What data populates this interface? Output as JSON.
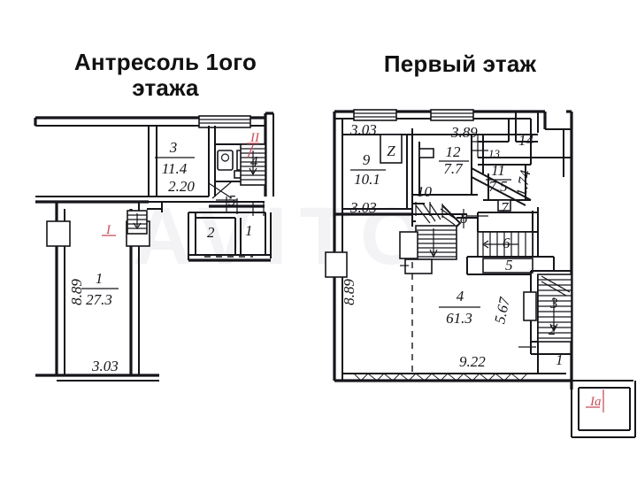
{
  "document": {
    "kind": "floor-plan-drawing",
    "watermark": "AVITO"
  },
  "left_plan": {
    "title_line1": "Антресоль 1ого",
    "title_line2": "этажа",
    "rooms": [
      {
        "number": "3",
        "area": "11.4"
      },
      {
        "number": "1",
        "area": "27.3"
      },
      {
        "number": "4",
        "area": ""
      },
      {
        "number": "5",
        "area": ""
      },
      {
        "number": "2",
        "area": ""
      },
      {
        "number": "1b",
        "area": ""
      }
    ],
    "room_labels": {
      "r3_num": "3",
      "r3_area": "11.4",
      "r1_num": "1",
      "r1_area": "27.3",
      "r4": "4",
      "r5": "5",
      "r2": "2",
      "r1small": "1"
    },
    "dimensions": {
      "d_320": "2.20",
      "d_303": "3.03",
      "d_889": "8.89"
    },
    "annotations": {
      "mark_I": "I",
      "mark_II": "II"
    }
  },
  "right_plan": {
    "title": "Первый этаж",
    "room_labels": {
      "r9_num": "9",
      "r9_area": "10.1",
      "r12_num": "12",
      "r12_area": "7.7",
      "r11_num": "11",
      "r11_area": "7.5",
      "r4_num": "4",
      "r4_area": "61.3",
      "r14": "14",
      "r13": "13",
      "r10": "10",
      "r8": "8",
      "r7": "7",
      "r6": "6",
      "r5": "5",
      "r3": "3",
      "r2": "2",
      "r1": "1",
      "z_box": "Z"
    },
    "dimensions": {
      "d_303_top": "3.03",
      "d_389": "3.89",
      "d_303_mid": "3.03",
      "d_889": "8.89",
      "d_922": "9.22",
      "d_567": "5.67",
      "d_174": "1.74"
    },
    "annotations": {
      "mark_Ia": "Ia"
    }
  },
  "colors": {
    "ink": "#15151a",
    "red": "#c8505a",
    "paper": "#ffffff"
  }
}
